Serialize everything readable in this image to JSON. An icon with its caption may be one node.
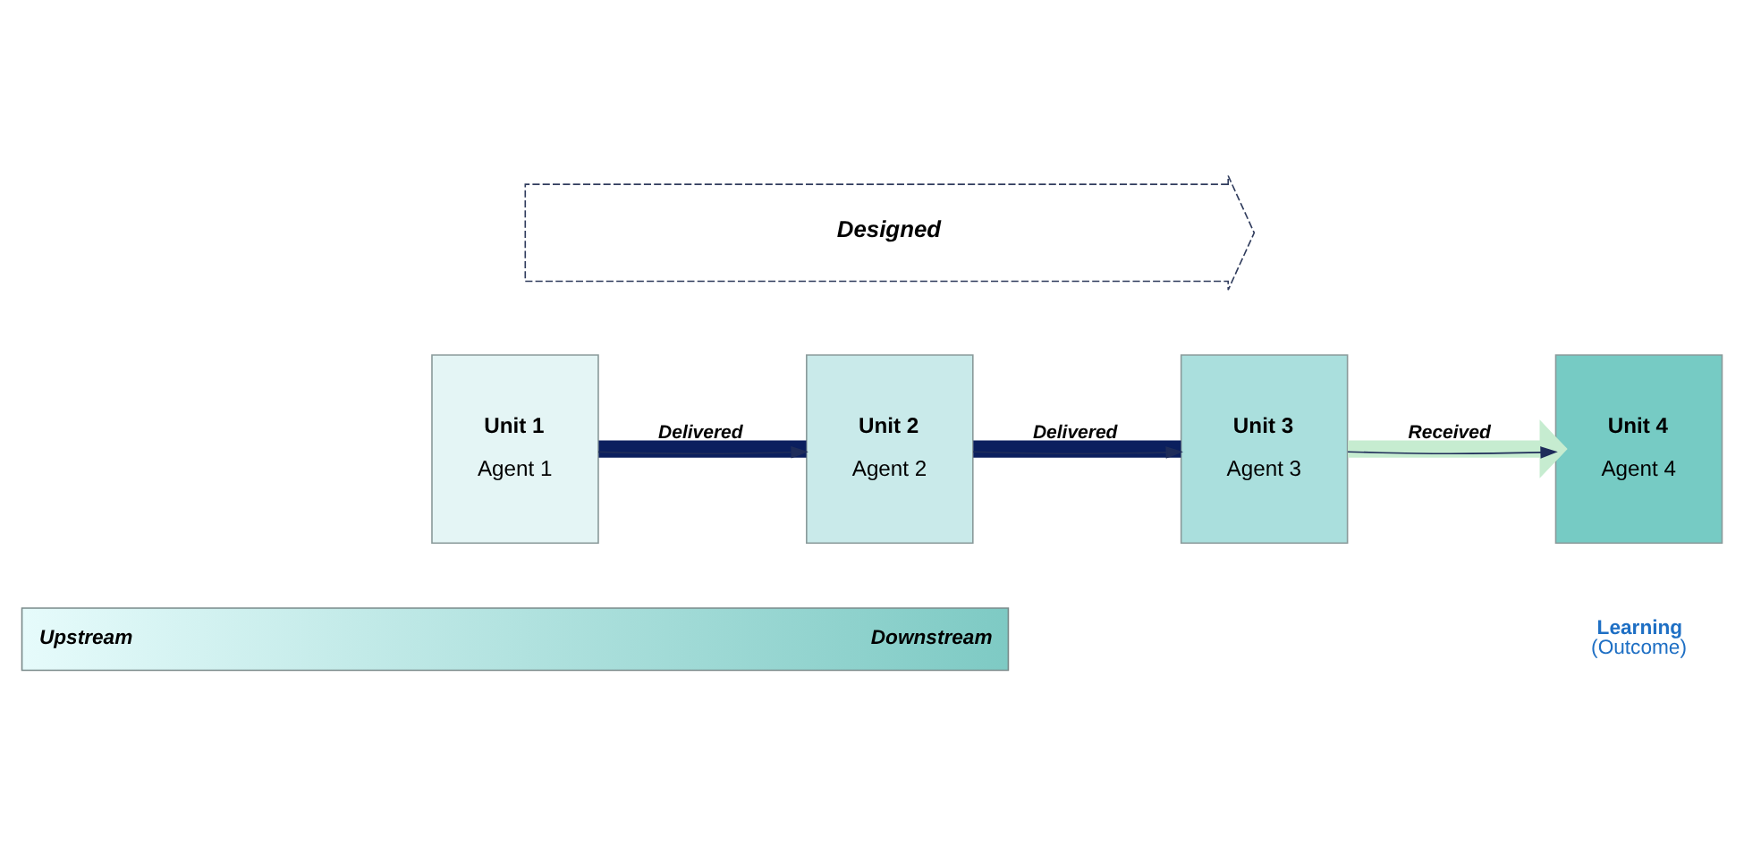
{
  "diagram": {
    "nodes": [
      {
        "text": [
          "Designed"
        ]
      },
      {
        "text": [
          "Unit 1",
          "Agent 1"
        ]
      },
      {
        "text": [
          "Unit 2",
          "Agent 2"
        ]
      },
      {
        "text": [
          "Unit 3",
          "Agent 3"
        ]
      },
      {
        "text": [
          "Unit 4",
          "Agent 4"
        ]
      },
      {
        "text": [
          "Upstream",
          "Downstream"
        ]
      }
    ],
    "edges": [
      {
        "from": 1,
        "to": 2,
        "arrow": "none",
        "label": "Delivered",
        "style": "thick",
        "color": "#0b1f5e"
      },
      {
        "from": 2,
        "to": 3,
        "arrow": "none",
        "label": "Delivered",
        "style": "thick",
        "color": "#0b1f5e"
      },
      {
        "from": 3,
        "to": 4,
        "arrow": "to",
        "label": "Received",
        "style": "thick",
        "color": "#c6ecd0"
      },
      {
        "from": 1,
        "to": 2,
        "arrow": "to"
      },
      {
        "from": 2,
        "to": 3,
        "arrow": "to"
      },
      {
        "from": 3,
        "to": 4,
        "arrow": "to"
      }
    ],
    "labels": [
      "Learning",
      "(Outcome)"
    ]
  }
}
